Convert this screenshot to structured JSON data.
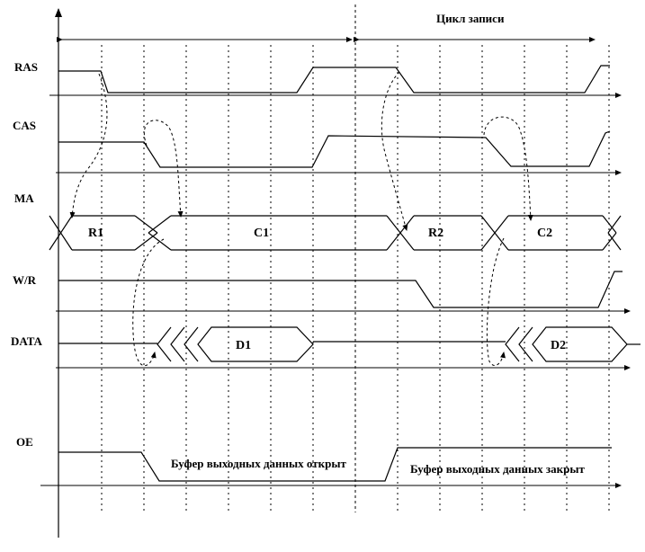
{
  "header": {
    "write_cycle_label": "Цикл записи"
  },
  "signals": {
    "ras": "RAS",
    "cas": "CAS",
    "ma": "MA",
    "wr": "W/R",
    "data": "DATA",
    "oe": "OE"
  },
  "segments": {
    "r1": "R1",
    "c1": "C1",
    "r2": "R2",
    "c2": "C2",
    "d1": "D1",
    "d2": "D2"
  },
  "oe_states": {
    "open": "Буфер выходных данных открыт",
    "closed": "Буфер выходных данных закрыт"
  }
}
